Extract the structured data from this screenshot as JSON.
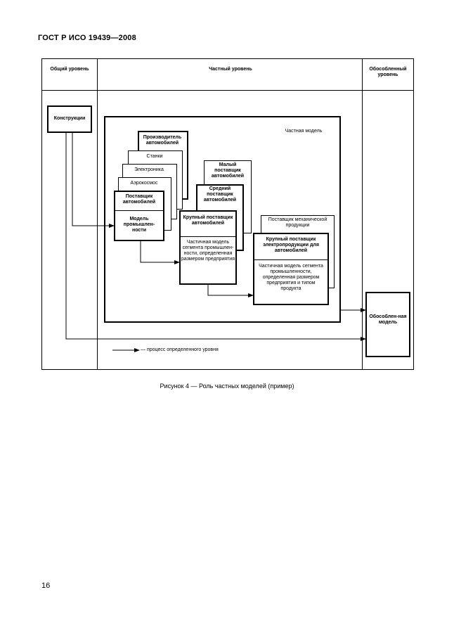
{
  "document": {
    "header": "ГОСТ Р ИСО 19439—2008",
    "page_number": "16",
    "caption": "Рисунок 4 — Роль частных моделей (пример)"
  },
  "diagram": {
    "columns": {
      "general": "Общий уровень",
      "partial": "Частный уровень",
      "particular": "Обособленный уровень"
    },
    "constructs": "Конструкции",
    "partial_model_label": "Частная модель",
    "industry_stack": {
      "car_makers": "Производитель автомобилей",
      "machine_tools": "Станки",
      "electronics": "Электроника",
      "aerospace": "Аэрокосмос",
      "car_suppliers": "Поставщик автомобилей",
      "industry_model": "Модель промышлен-ности"
    },
    "supplier_stack": {
      "small": "Малый поставщик автомобилей",
      "medium": "Средний поставщик автомобилей",
      "large_title": "Крупный поставщик автомобилей",
      "large_body": "Частичная модель сегмента промышлен-ности, определенная размером предприятия"
    },
    "product_stack": {
      "mechanical": "Поставщик механической продукции",
      "electrical_title": "Крупный поставщик электропродукции для автомобилей",
      "electrical_body": "Частичная модель сегмента промышленности, определенная размером предприятия и типом продукта"
    },
    "particular_model": "Обособлен-ная модель",
    "legend": "— процесс определенного уровня"
  }
}
